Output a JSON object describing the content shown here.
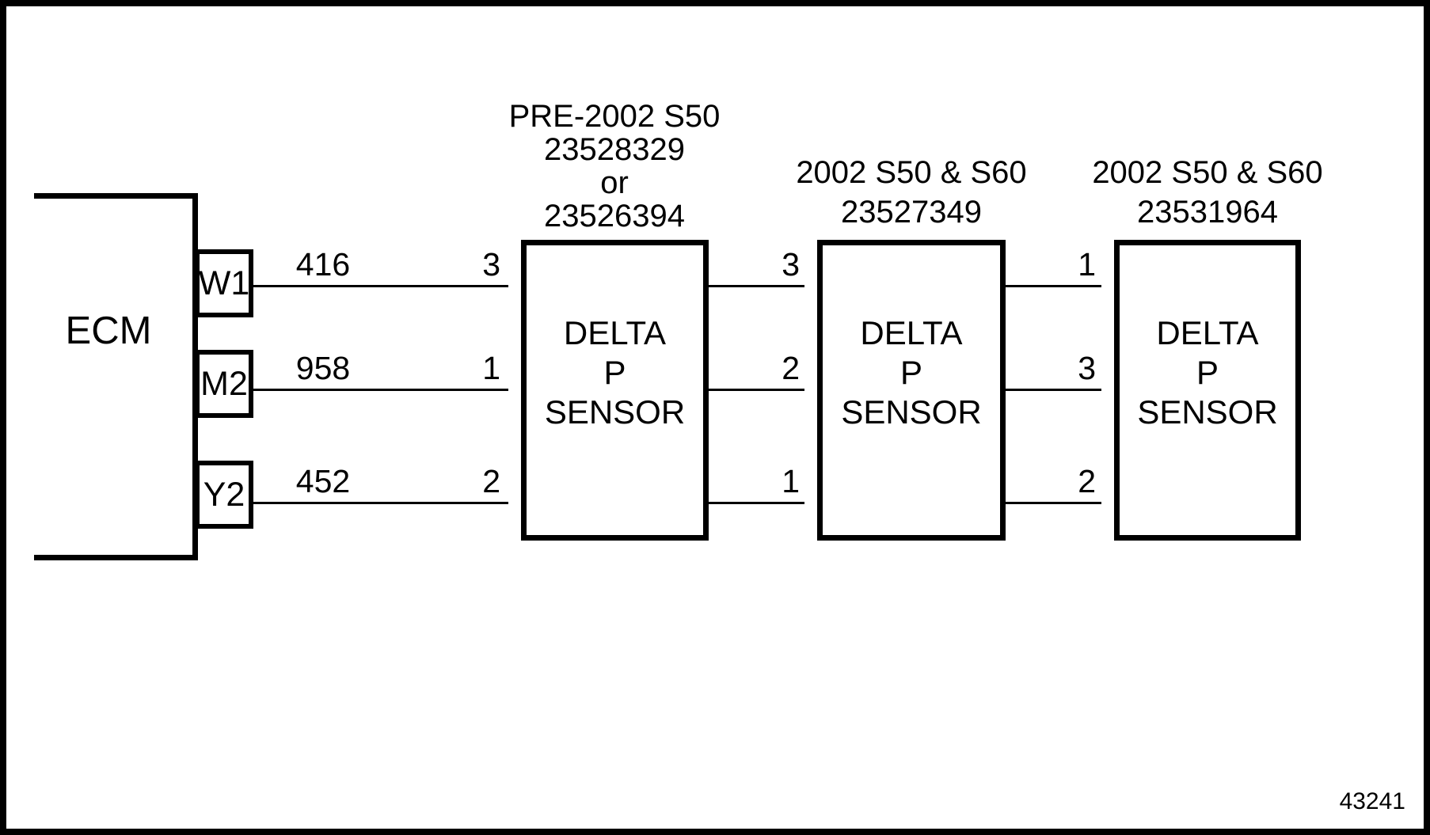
{
  "colors": {
    "ink": "#000000",
    "background": "#ffffff"
  },
  "figure_number": "43241",
  "ecm": {
    "label": "ECM",
    "pins": [
      {
        "id": "W1",
        "wire_label": "416"
      },
      {
        "id": "M2",
        "wire_label": "958"
      },
      {
        "id": "Y2",
        "wire_label": "452"
      }
    ]
  },
  "sensors": [
    {
      "header_lines": [
        "PRE-2002 S50",
        "23528329",
        "or",
        "23526394"
      ],
      "body_lines": [
        "DELTA",
        "P",
        "SENSOR"
      ],
      "pin_labels": [
        "3",
        "1",
        "2"
      ]
    },
    {
      "header_lines": [
        "2002 S50 & S60",
        "23527349"
      ],
      "body_lines": [
        "DELTA",
        "P",
        "SENSOR"
      ],
      "pin_labels": [
        "3",
        "2",
        "1"
      ]
    },
    {
      "header_lines": [
        "2002 S50 & S60",
        "23531964"
      ],
      "body_lines": [
        "DELTA",
        "P",
        "SENSOR"
      ],
      "pin_labels": [
        "1",
        "3",
        "2"
      ]
    }
  ]
}
